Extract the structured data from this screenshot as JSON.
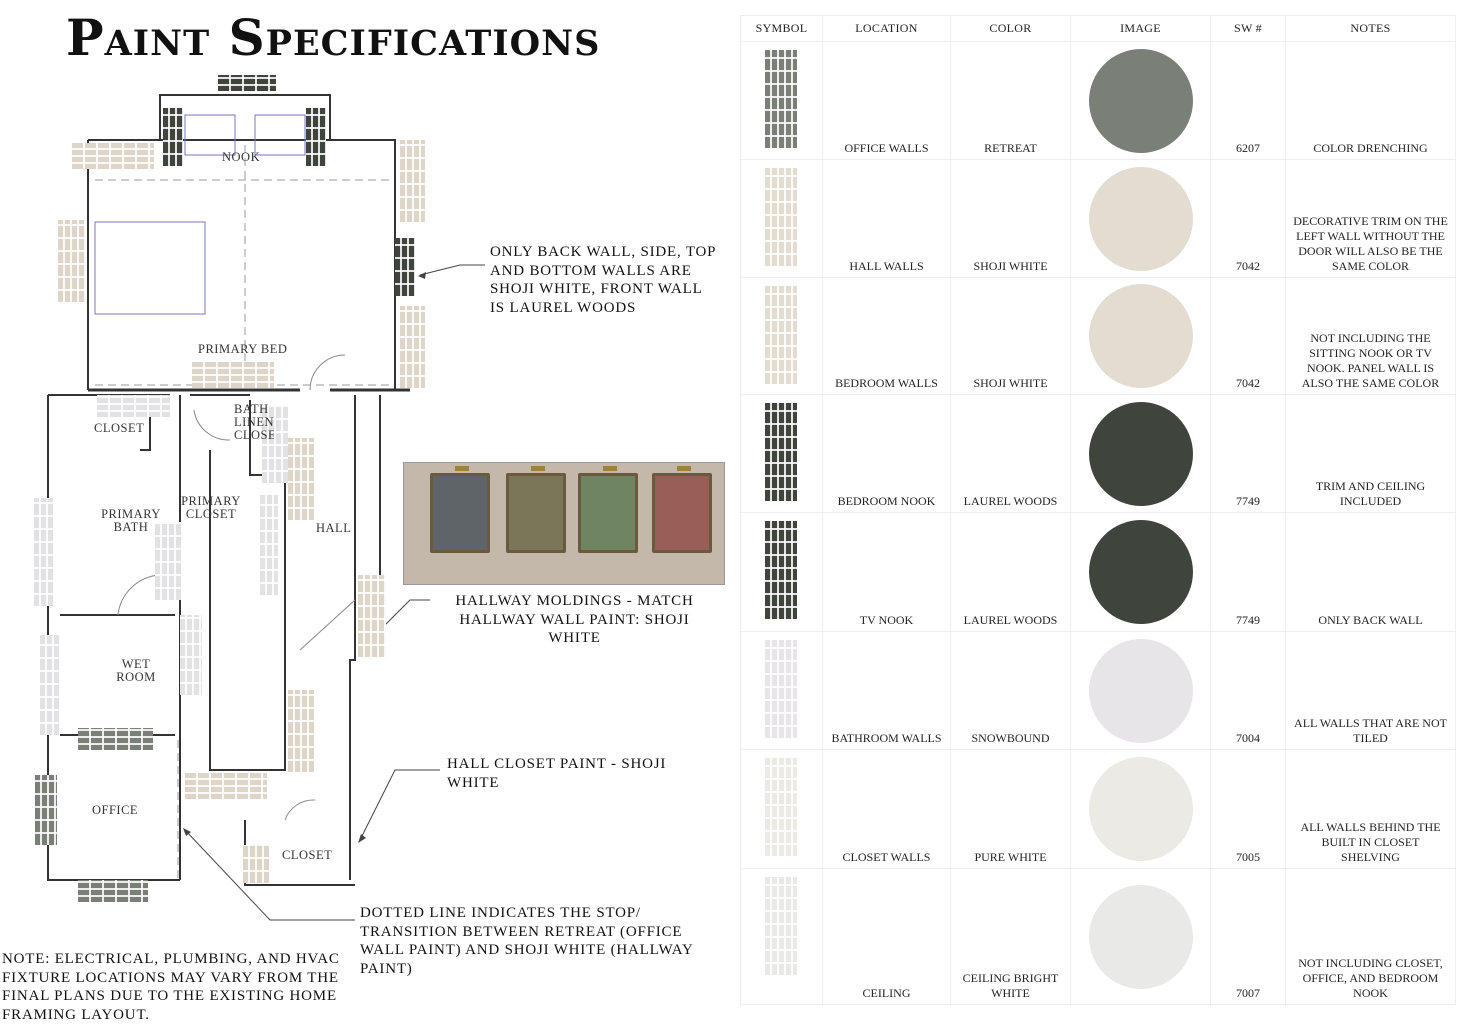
{
  "title": "Paint Specifications",
  "plan": {
    "rooms": [
      "NOOK",
      "PRIMARY BED",
      "CLOSET",
      "BATH LINEN CLOSET",
      "PRIMARY BATH",
      "PRIMARY CLOSET",
      "HALL",
      "WET ROOM",
      "OFFICE",
      "CLOSET"
    ],
    "annotations": {
      "bedroom": "ONLY BACK WALL, SIDE, TOP AND BOTTOM WALLS ARE SHOJI WHITE, FRONT WALL IS LAUREL WOODS",
      "hallway": "HALLWAY MOLDINGS - MATCH HALLWAY WALL PAINT: SHOJI WHITE",
      "hall_closet": "HALL CLOSET PAINT - SHOJI WHITE",
      "dotted_line": "DOTTED LINE INDICATES THE STOP/ TRANSITION BETWEEN RETREAT (OFFICE WALL PAINT) AND SHOJI WHITE (HALLWAY PAINT)"
    },
    "note": "NOTE: ELECTRICAL, PLUMBING, AND HVAC FIXTURE LOCATIONS MAY VARY FROM THE FINAL PLANS DUE TO THE EXISTING HOME FRAMING LAYOUT.",
    "cabinet_colors": [
      "#5f6468",
      "#7b7657",
      "#6f8460",
      "#9a5e58"
    ]
  },
  "table": {
    "headers": [
      "SYMBOL",
      "LOCATION",
      "COLOR",
      "IMAGE",
      "SW #",
      "NOTES"
    ],
    "rows": [
      {
        "location": "OFFICE WALLS",
        "color": "RETREAT",
        "hex": "#7a7f77",
        "sw": "6207",
        "notes": "COLOR DRENCHING"
      },
      {
        "location": "HALL WALLS",
        "color": "SHOJI WHITE",
        "hex": "#e3ddd1",
        "sw": "7042",
        "notes": "DECORATIVE TRIM ON THE LEFT WALL WITHOUT THE DOOR WILL ALSO BE THE SAME COLOR"
      },
      {
        "location": "BEDROOM WALLS",
        "color": "SHOJI WHITE",
        "hex": "#e3ddd1",
        "sw": "7042",
        "notes": "NOT INCLUDING THE SITTING NOOK OR TV NOOK. PANEL WALL IS ALSO THE SAME COLOR"
      },
      {
        "location": "BEDROOM NOOK",
        "color": "LAUREL WOODS",
        "hex": "#3f453d",
        "sw": "7749",
        "notes": "TRIM AND CEILING INCLUDED"
      },
      {
        "location": "TV NOOK",
        "color": "LAUREL WOODS",
        "hex": "#3f453d",
        "sw": "7749",
        "notes": "ONLY BACK WALL"
      },
      {
        "location": "BATHROOM WALLS",
        "color": "SNOWBOUND",
        "hex": "#e7e5e8",
        "sw": "7004",
        "notes": "ALL WALLS THAT ARE NOT TILED"
      },
      {
        "location": "CLOSET WALLS",
        "color": "PURE WHITE",
        "hex": "#ebeae5",
        "sw": "7005",
        "notes": "ALL WALLS BEHIND THE BUILT IN CLOSET SHELVING"
      },
      {
        "location": "CEILING",
        "color": "CEILING BRIGHT WHITE",
        "hex": "#e9eae7",
        "sw": "7007",
        "notes": "NOT INCLUDING CLOSET, OFFICE, AND BEDROOM NOOK"
      }
    ]
  }
}
